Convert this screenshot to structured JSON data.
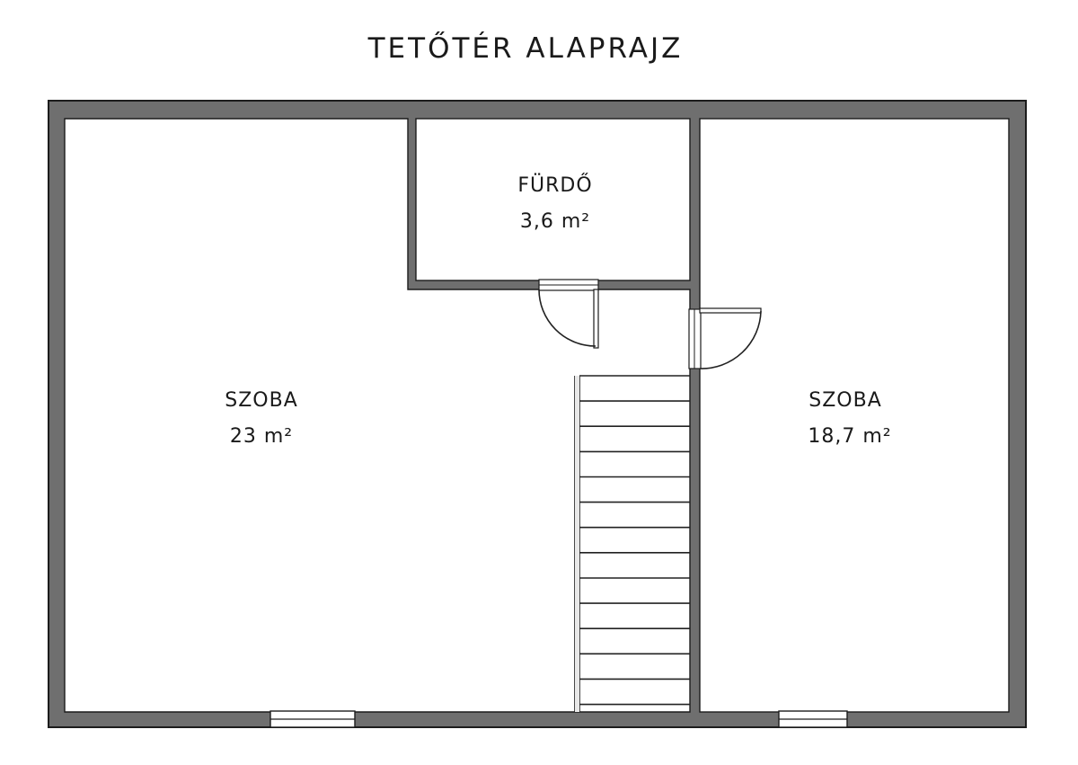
{
  "title": "TETŐTÉR ALAPRAJZ",
  "rooms": {
    "left": {
      "name": "SZOBA",
      "area": "23 m²"
    },
    "bath": {
      "name": "FÜRDŐ",
      "area": "3,6 m²"
    },
    "right": {
      "name": "SZOBA",
      "area": "18,7 m²"
    }
  },
  "colors": {
    "wall": "#6f6f6f",
    "wall_outline": "#1c1c1c",
    "background": "#ffffff"
  },
  "stairs": {
    "step_count": 13
  }
}
